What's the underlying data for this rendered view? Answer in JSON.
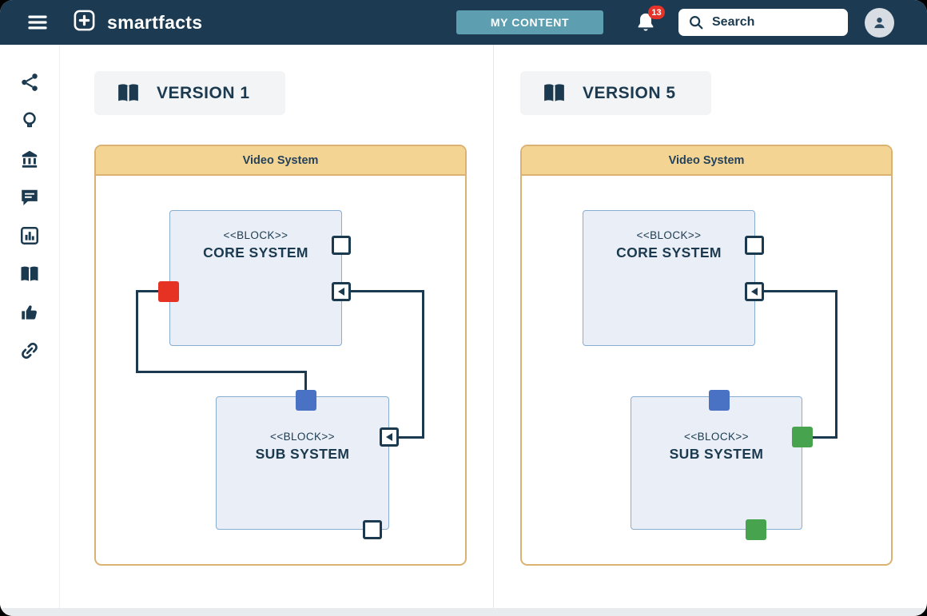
{
  "topbar": {
    "brand": "smartfacts",
    "my_content_label": "MY CONTENT",
    "notification_count": "13",
    "search_placeholder": "Search"
  },
  "sidebar": {
    "items": [
      {
        "icon": "share-icon"
      },
      {
        "icon": "lightbulb-icon"
      },
      {
        "icon": "bank-icon"
      },
      {
        "icon": "comment-icon"
      },
      {
        "icon": "bar-chart-icon"
      },
      {
        "icon": "book-icon"
      },
      {
        "icon": "thumbs-up-icon"
      },
      {
        "icon": "link-icon"
      }
    ]
  },
  "colors": {
    "topbar_bg": "#1C3B52",
    "accent_teal": "#5D9FB0",
    "badge_red": "#E5332A",
    "frame_border": "#DBB271",
    "frame_header_bg": "#F3D492",
    "block_bg": "#EAEEF7",
    "block_border": "#87AED0",
    "connector_navy": "#1B3A4F",
    "port_red": "#E53222",
    "port_blue": "#4A72C4",
    "port_green": "#47A34D"
  },
  "panels": [
    {
      "version_label": "VERSION 1",
      "frame_title": "Video System",
      "blocks": [
        {
          "stereotype": "<<BLOCK>>",
          "name": "CORE SYSTEM"
        },
        {
          "stereotype": "<<BLOCK>>",
          "name": "SUB SYSTEM"
        }
      ]
    },
    {
      "version_label": "VERSION 5",
      "frame_title": "Video System",
      "blocks": [
        {
          "stereotype": "<<BLOCK>>",
          "name": "CORE SYSTEM"
        },
        {
          "stereotype": "<<BLOCK>>",
          "name": "SUB SYSTEM"
        }
      ]
    }
  ]
}
